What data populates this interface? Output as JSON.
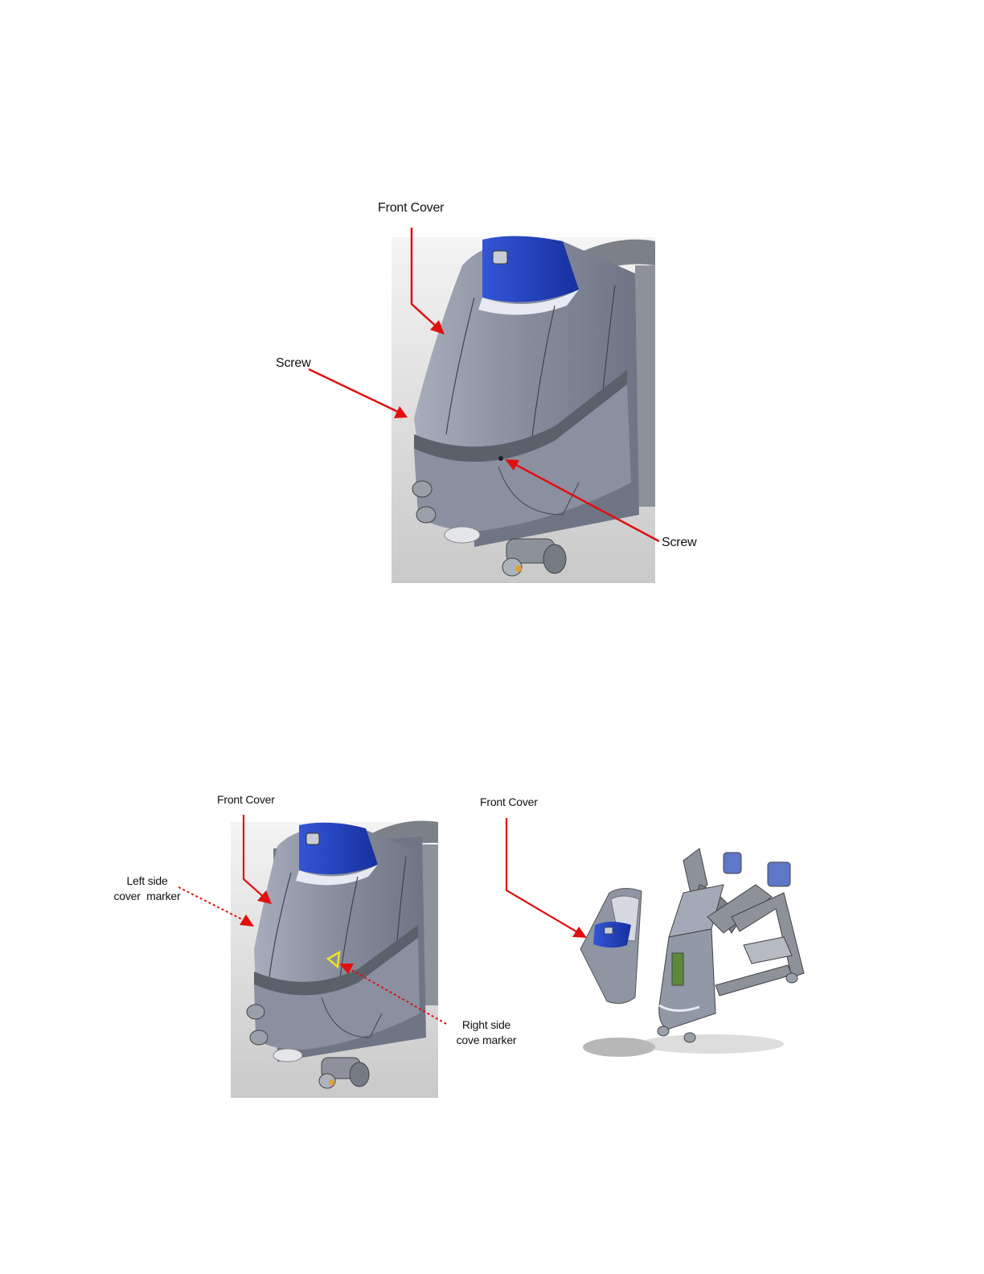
{
  "figure1": {
    "label_front_cover": "Front Cover",
    "label_screw_left": "Screw",
    "label_screw_right": "Screw"
  },
  "figure2": {
    "label_front_cover": "Front Cover",
    "label_left_marker": "Left side\ncover  marker",
    "label_right_marker": "Right side\ncove marker"
  },
  "figure3": {
    "label_front_cover": "Front Cover"
  },
  "colors": {
    "arrow": "#e01010",
    "cover_gray": "#8a90a0",
    "console_blue": "#1f3fbf",
    "marker_yellow": "#f0e020"
  }
}
